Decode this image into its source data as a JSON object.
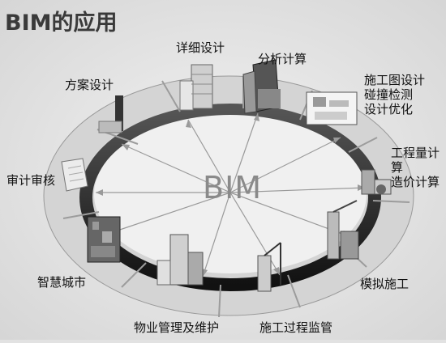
{
  "title": "BIM的应用",
  "center_label": "BIM",
  "stages": [
    {
      "id": "fangan",
      "label": "方案设计"
    },
    {
      "id": "xiangxi",
      "label": "详细设计"
    },
    {
      "id": "fenxi",
      "label": "分析计算"
    },
    {
      "id": "shigongtu",
      "label": "施工图设计\n碰撞检测\n设计优化"
    },
    {
      "id": "gongcheng",
      "label": "工程量计算\n造价计算"
    },
    {
      "id": "moni",
      "label": "模拟施工"
    },
    {
      "id": "guocheng",
      "label": "施工过程监管"
    },
    {
      "id": "wuye",
      "label": "物业管理及维护"
    },
    {
      "id": "zhihui",
      "label": "智慧城市"
    },
    {
      "id": "shenji",
      "label": "审计审核"
    }
  ]
}
